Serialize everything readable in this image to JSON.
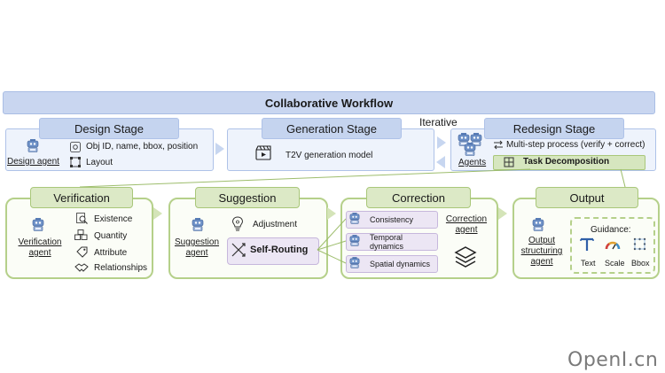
{
  "workflow": {
    "title": "Collaborative Workflow",
    "iterative_label": "Iterative"
  },
  "design_stage": {
    "title": "Design Stage",
    "agent": "Design agent",
    "items": [
      "Obj ID, name, bbox, position",
      "Layout"
    ]
  },
  "generation_stage": {
    "title": "Generation Stage",
    "model": "T2V generation model"
  },
  "redesign_stage": {
    "title": "Redesign Stage",
    "agents": "Agents",
    "process": "Multi-step process (verify + correct)",
    "task": "Task Decomposition"
  },
  "verification": {
    "title": "Verification",
    "agent": "Verification agent",
    "items": [
      "Existence",
      "Quantity",
      "Attribute",
      "Relationships"
    ]
  },
  "suggestion": {
    "title": "Suggestion",
    "agent": "Suggestion agent",
    "adjustment": "Adjustment",
    "self_routing": "Self-Routing"
  },
  "correction": {
    "title": "Correction",
    "agent": "Correction agent",
    "items": [
      "Consistency",
      "Temporal dynamics",
      "Spatial dynamics"
    ]
  },
  "output": {
    "title": "Output",
    "agent": "Output structuring agent",
    "guidance_title": "Guidance:",
    "guidance_items": [
      "Text",
      "Scale",
      "Bbox"
    ]
  },
  "watermark": "OpenI.cn",
  "colors": {
    "blue_stage": "#c5d4ef",
    "green_stage": "#dce9c6",
    "purple_item": "#ece6f4"
  }
}
